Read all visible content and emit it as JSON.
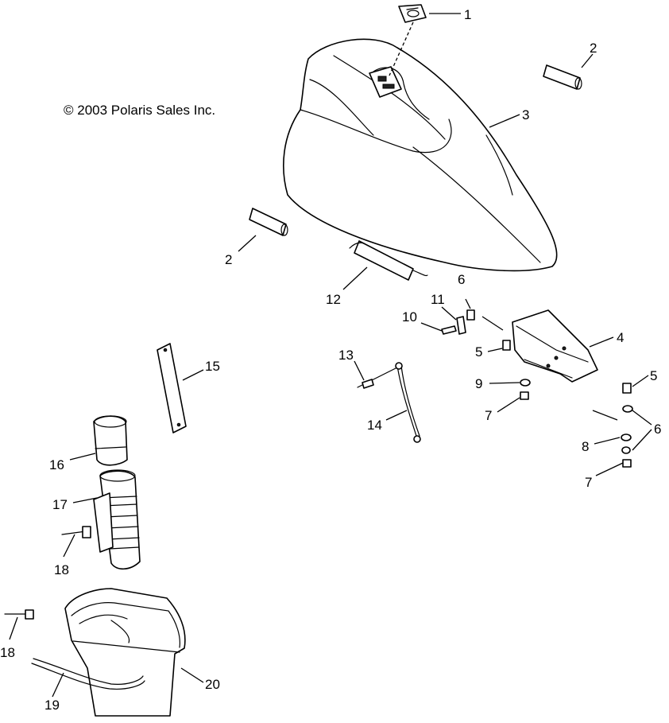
{
  "copyright": "© 2003 Polaris Sales Inc.",
  "callouts": [
    "1",
    "2",
    "3",
    "2",
    "12",
    "6",
    "11",
    "10",
    "5",
    "4",
    "9",
    "7",
    "5",
    "6",
    "8",
    "7",
    "13",
    "14",
    "15",
    "16",
    "17",
    "18",
    "18",
    "19",
    "20"
  ]
}
